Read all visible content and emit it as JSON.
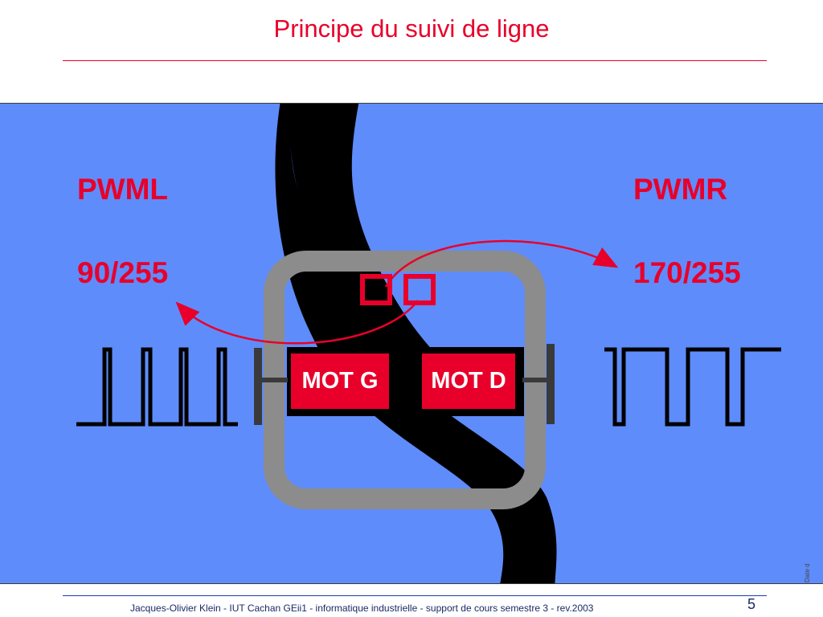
{
  "slide": {
    "title": "Principe du suivi de ligne",
    "footer": "Jacques-Olivier Klein - IUT Cachan GEii1 - informatique industrielle - support de cours semestre 3 - rev.2003",
    "page_number": "5",
    "side_note": "Date d"
  },
  "left_motor": {
    "signal_name": "PWML",
    "duty": "90/255",
    "label": "MOT G"
  },
  "right_motor": {
    "signal_name": "PWMR",
    "duty": "170/255",
    "label": "MOT D"
  },
  "colors": {
    "accent_red": "#e8002a",
    "background_blue": "#5f8cfb",
    "track_black": "#000000",
    "chassis_grey": "#8c8c8c"
  }
}
